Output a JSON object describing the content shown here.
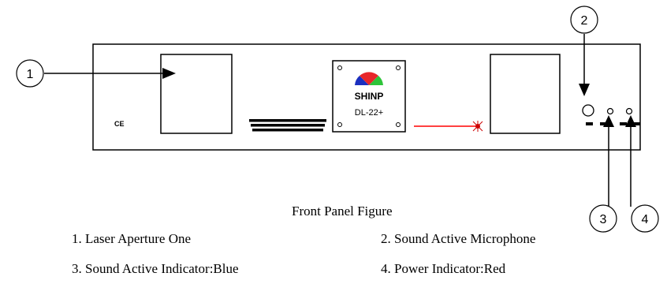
{
  "panel": {
    "ce_mark": "CE",
    "logo_brand": "SHINP",
    "logo_model": "DL-22+"
  },
  "callouts": [
    "1",
    "2",
    "3",
    "4"
  ],
  "caption": "Front Panel Figure",
  "legend": [
    "1. Laser Aperture One",
    "2. Sound Active Microphone",
    "3. Sound Active Indicator:Blue",
    "4. Power Indicator:Red"
  ],
  "colors": {
    "laser_beam": "#ff0000",
    "logo_red": "#e8262a",
    "logo_green": "#2ec43a",
    "logo_blue": "#1b2fbf"
  }
}
